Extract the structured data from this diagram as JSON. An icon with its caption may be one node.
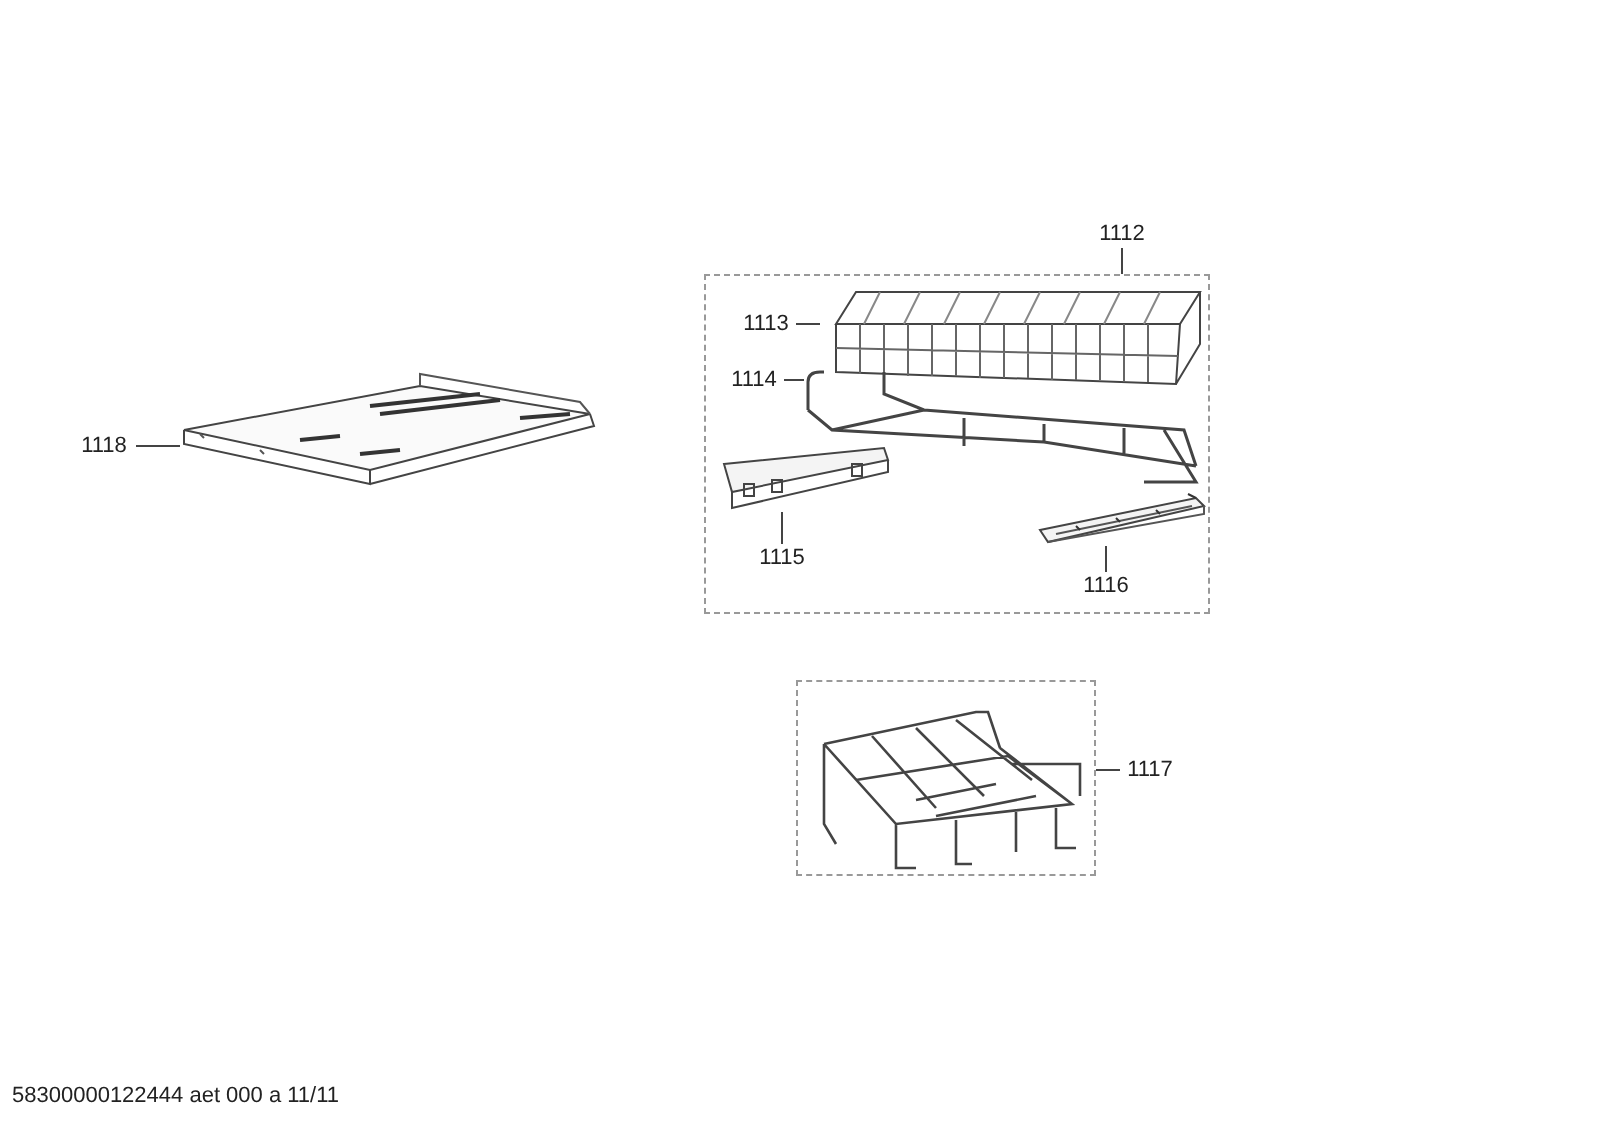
{
  "diagram": {
    "nodes": [
      {
        "text": [
          "1118"
        ]
      },
      {
        "text": [],
        "shape": "picture"
      },
      {
        "text": [
          "1112"
        ]
      },
      {
        "text": [],
        "shape": "box"
      },
      {
        "text": [
          "1113"
        ],
        "in": 3
      },
      {
        "text": [],
        "shape": "picture",
        "in": 3
      },
      {
        "text": [
          "1114"
        ],
        "in": 3
      },
      {
        "text": [],
        "shape": "picture",
        "in": 3
      },
      {
        "text": [
          "1115"
        ],
        "in": 3
      },
      {
        "text": [],
        "shape": "picture",
        "in": 3
      },
      {
        "text": [
          "1116"
        ],
        "in": 3
      },
      {
        "text": [],
        "shape": "picture",
        "in": 3
      },
      {
        "text": [],
        "shape": "box"
      },
      {
        "text": [],
        "shape": "picture",
        "in": 12
      },
      {
        "text": [
          "1117"
        ]
      }
    ],
    "edges": [
      {
        "from": 0,
        "to": 1,
        "arrow": "none"
      },
      {
        "from": 2,
        "to": 3,
        "arrow": "none"
      },
      {
        "from": 4,
        "to": 5,
        "arrow": "none"
      },
      {
        "from": 6,
        "to": 7,
        "arrow": "none"
      },
      {
        "from": 8,
        "to": 9,
        "arrow": "none"
      },
      {
        "from": 10,
        "to": 11,
        "arrow": "none"
      },
      {
        "from": 14,
        "to": 12,
        "arrow": "none"
      }
    ],
    "labels": [
      "58300000122444 aet 000 a 11/11"
    ]
  }
}
